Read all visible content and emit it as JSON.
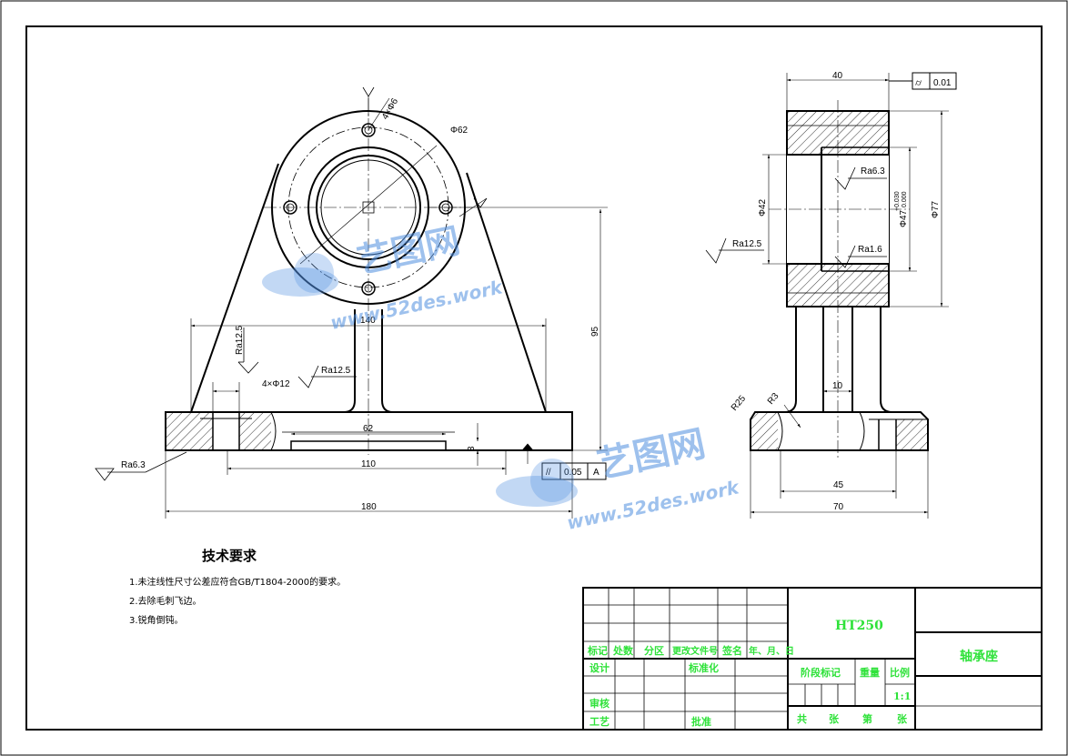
{
  "front_view": {
    "dims": {
      "bolt_holes_flange": "4×Φ6",
      "pcd": "Φ62",
      "width_140": "140",
      "height_95": "95",
      "width_62": "62",
      "width_110": "110",
      "overall_180": "180",
      "depth_3": "3",
      "mount_holes": "4×Φ12"
    },
    "roughness": {
      "vertical": "Ra12.5",
      "face": "Ra12.5",
      "base": "Ra6.3"
    },
    "tolerance_frame": {
      "symbol": "//",
      "value": "0.05",
      "datum": "A"
    }
  },
  "side_view": {
    "dims": {
      "width_40": "40",
      "bore": "Φ42",
      "fit_bore": "Φ47",
      "fit_upper": "+0.030",
      "fit_lower": "0.000",
      "outer": "Φ77",
      "rib_10": "10",
      "r25": "R25",
      "r3": "R3",
      "width_45": "45",
      "width_70": "70"
    },
    "roughness": {
      "bore_upper": "Ra6.3",
      "bore_lower": "Ra1.6",
      "outer": "Ra12.5"
    },
    "tolerance_frame": {
      "symbol": "⌭",
      "value": "0.01"
    }
  },
  "notes": {
    "title": "技术要求",
    "items": [
      "1.未注线性尺寸公差应符合GB/T1804-2000的要求。",
      "2.去除毛刺飞边。",
      "3.锐角倒钝。"
    ]
  },
  "title_block": {
    "material": "HT250",
    "part_name": "轴承座",
    "headers": [
      "标记",
      "处数",
      "分区",
      "更改文件号",
      "签名",
      "年、月、日"
    ],
    "row_labels": [
      "设计",
      "审核",
      "工艺"
    ],
    "standardize": "标准化",
    "approve": "批准",
    "stage_mark": "阶段标记",
    "weight": "重量",
    "scale_label": "比例",
    "scale_value": "1:1",
    "sheets": [
      "共",
      "张",
      "第",
      "张"
    ]
  },
  "watermark": {
    "brand": "艺图网",
    "url": "www.52des.work"
  }
}
